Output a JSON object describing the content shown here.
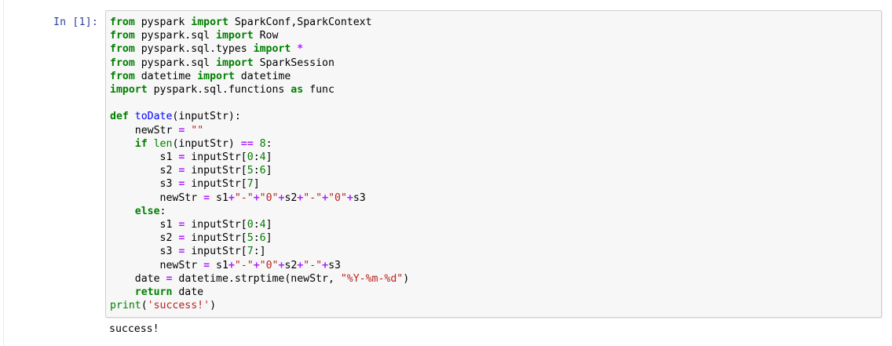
{
  "app": "jupyter-notebook",
  "cell": {
    "prompt_label": "In [1]:",
    "source_lines": [
      "from pyspark import SparkConf,SparkContext",
      "from pyspark.sql import Row",
      "from pyspark.sql.types import *",
      "from pyspark.sql import SparkSession",
      "from datetime import datetime",
      "import pyspark.sql.functions as func",
      "",
      "def toDate(inputStr):",
      "    newStr = \"\"",
      "    if len(inputStr) == 8:",
      "        s1 = inputStr[0:4]",
      "        s2 = inputStr[5:6]",
      "        s3 = inputStr[7]",
      "        newStr = s1+\"-\"+\"0\"+s2+\"-\"+\"0\"+s3",
      "    else:",
      "        s1 = inputStr[0:4]",
      "        s2 = inputStr[5:6]",
      "        s3 = inputStr[7:]",
      "        newStr = s1+\"-\"+\"0\"+s2+\"-\"+s3",
      "    date = datetime.strptime(newStr, \"%Y-%m-%d\")",
      "    return date",
      "print('success!')"
    ],
    "output_prompt_label": "",
    "output_text": "success!"
  },
  "colors": {
    "keyword": "#008000",
    "builtin": "#008000",
    "function_name": "#0000FF",
    "string": "#BA2121",
    "operator": "#AA22FF",
    "number": "#008000",
    "prompt": "#303F9F",
    "cell_background": "#f7f7f7",
    "cell_border": "#cfcfcf",
    "page_background": "#ffffff",
    "text": "#000000"
  }
}
